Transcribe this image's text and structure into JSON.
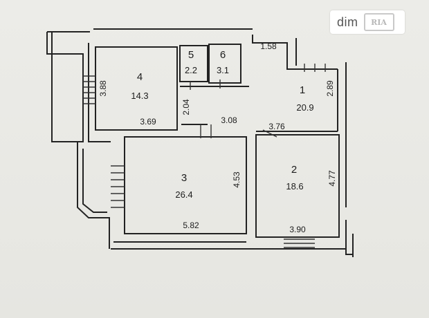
{
  "watermark": {
    "text": "dim",
    "logo": "RIA"
  },
  "rooms": [
    {
      "id": "1",
      "number": "1",
      "area": "20.9"
    },
    {
      "id": "2",
      "number": "2",
      "area": "18.6"
    },
    {
      "id": "3",
      "number": "3",
      "area": "26.4"
    },
    {
      "id": "4",
      "number": "4",
      "area": "14.3"
    },
    {
      "id": "5",
      "number": "5",
      "area": "2.2"
    },
    {
      "id": "6",
      "number": "6",
      "area": "3.1"
    }
  ],
  "dimensions": {
    "d_158": "1.58",
    "d_388": "3.88",
    "d_369": "3.69",
    "d_204": "2.04",
    "d_308": "3.08",
    "d_376": "3.76",
    "d_289": "2.89",
    "d_453": "4.53",
    "d_582": "5.82",
    "d_477": "4.77",
    "d_390": "3.90"
  }
}
